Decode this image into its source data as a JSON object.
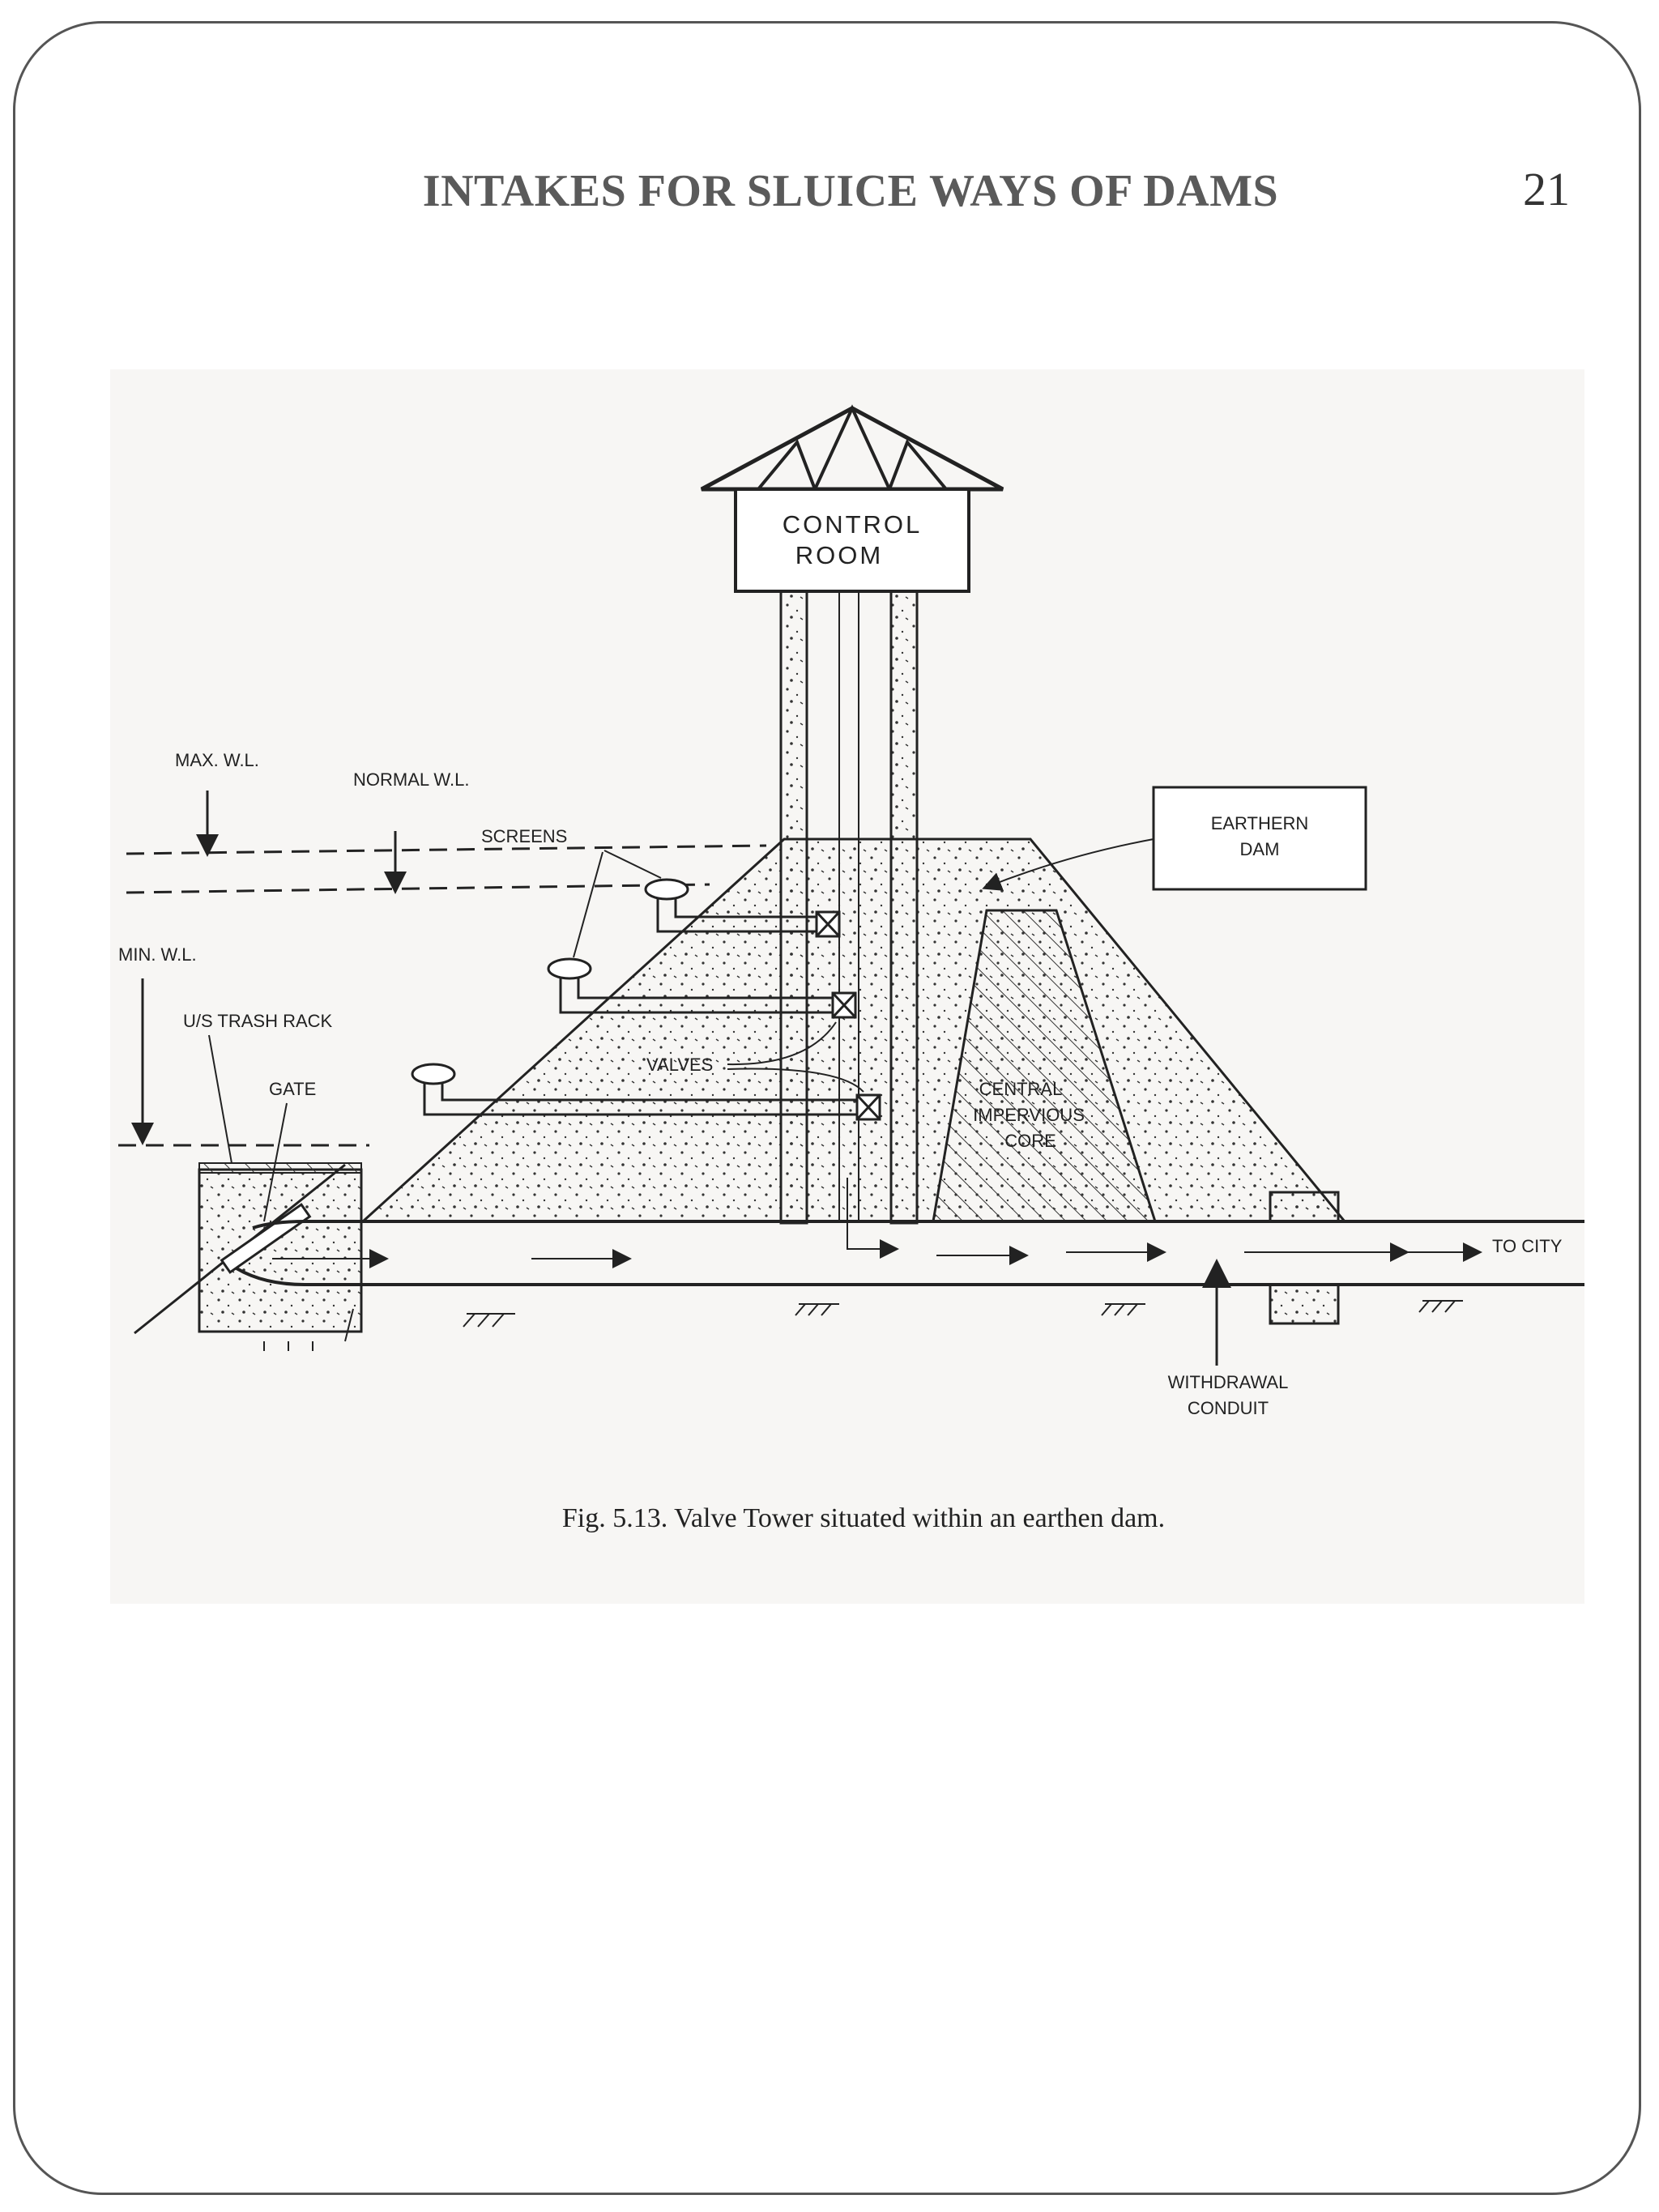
{
  "slide": {
    "title": "INTAKES FOR SLUICE WAYS OF DAMS",
    "page_number": "21"
  },
  "figure": {
    "caption": "Fig. 5.13. Valve Tower situated within an earthen dam.",
    "labels": {
      "control_room_line1": "CONTROL",
      "control_room_line2": "ROOM",
      "max_wl": "MAX. W.L.",
      "normal_wl": "NORMAL W.L.",
      "min_wl": "MIN. W.L.",
      "screens": "SCREENS",
      "us_trash_rack": "U/S TRASH RACK",
      "gate": "GATE",
      "valves": "VALVES",
      "earthern_dam_line1": "EARTHERN",
      "earthern_dam_line2": "DAM",
      "core_line1": "CENTRAL",
      "core_line2": "IMPERVIOUS",
      "core_line3": "CORE",
      "to_city": "TO CITY",
      "withdrawal_line1": "WITHDRAWAL",
      "withdrawal_line2": "CONDUIT"
    },
    "colors": {
      "ink": "#222222",
      "panel": "#f7f6f4"
    }
  }
}
